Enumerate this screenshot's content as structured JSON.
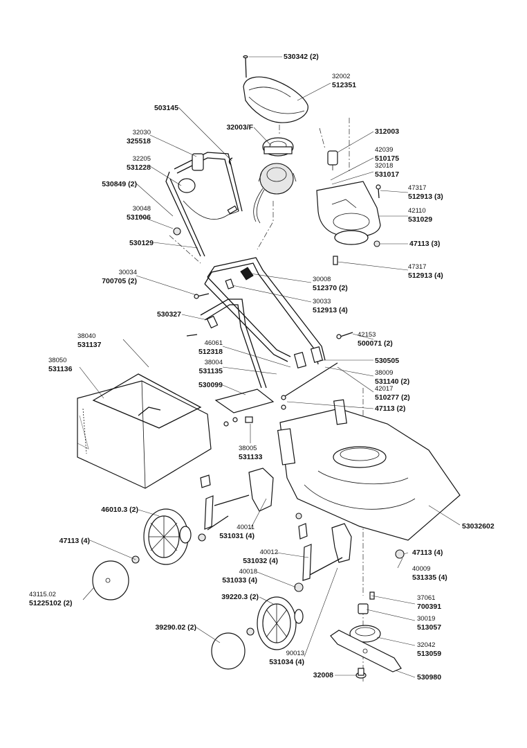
{
  "labels": {
    "l01": {
      "ref": "",
      "part": "530342 (2)"
    },
    "l02": {
      "ref": "32002",
      "part": "512351"
    },
    "l03": {
      "ref": "",
      "part": "503145"
    },
    "l04": {
      "ref": "",
      "part": "32003/F"
    },
    "l05": {
      "ref": "",
      "part": "312003"
    },
    "l06": {
      "ref": "32030",
      "part": "325518"
    },
    "l07": {
      "ref": "42039",
      "part": "510175"
    },
    "l08": {
      "ref": "32205",
      "part": "531228"
    },
    "l09": {
      "ref": "32018",
      "part": "531017"
    },
    "l10": {
      "ref": "",
      "part": "530849 (2)"
    },
    "l11": {
      "ref": "47317",
      "part": "512913 (3)"
    },
    "l12": {
      "ref": "30048",
      "part": "531006"
    },
    "l13": {
      "ref": "42110",
      "part": "531029"
    },
    "l14": {
      "ref": "",
      "part": "530129"
    },
    "l15": {
      "ref": "",
      "part": "47113 (3)"
    },
    "l16": {
      "ref": "47317",
      "part": "512913 (4)"
    },
    "l17": {
      "ref": "30034",
      "part": "700705 (2)"
    },
    "l18": {
      "ref": "30008",
      "part": "512370 (2)"
    },
    "l19": {
      "ref": "30033",
      "part": "512913 (4)"
    },
    "l20": {
      "ref": "",
      "part": "530327"
    },
    "l21": {
      "ref": "42153",
      "part": "500071 (2)"
    },
    "l22": {
      "ref": "38040",
      "part": "531137"
    },
    "l23": {
      "ref": "46061",
      "part": "512318"
    },
    "l24": {
      "ref": "",
      "part": "530505"
    },
    "l25": {
      "ref": "38004",
      "part": "531135"
    },
    "l26": {
      "ref": "38009",
      "part": "531140 (2)"
    },
    "l27": {
      "ref": "38050",
      "part": "531136"
    },
    "l28": {
      "ref": "",
      "part": "530099"
    },
    "l29": {
      "ref": "42017",
      "part": "510277 (2)"
    },
    "l30": {
      "ref": "",
      "part": "47113 (2)"
    },
    "l31": {
      "ref": "38005",
      "part": "531133"
    },
    "l32": {
      "ref": "",
      "part": "46010.3 (2)"
    },
    "l33": {
      "ref": "",
      "part": "53032602"
    },
    "l34": {
      "ref": "40011",
      "part": "531031 (4)"
    },
    "l35": {
      "ref": "",
      "part": "47113 (4)"
    },
    "l36": {
      "ref": "",
      "part": "47113 (4)"
    },
    "l37": {
      "ref": "40012",
      "part": "531032 (4)"
    },
    "l38": {
      "ref": "40009",
      "part": "531335 (4)"
    },
    "l39": {
      "ref": "40018",
      "part": "531033 (4)"
    },
    "l40": {
      "ref": "43115.02",
      "part": "51225102 (2)"
    },
    "l41": {
      "ref": "",
      "part": "39220.3 (2)"
    },
    "l42": {
      "ref": "37061",
      "part": "700391"
    },
    "l43": {
      "ref": "30019",
      "part": "513057"
    },
    "l44": {
      "ref": "",
      "part": "39290.02 (2)"
    },
    "l45": {
      "ref": "32042",
      "part": "513059"
    },
    "l46": {
      "ref": "90013",
      "part": "531034 (4)"
    },
    "l47": {
      "ref": "",
      "part": "32008"
    },
    "l48": {
      "ref": "",
      "part": "530980"
    }
  }
}
